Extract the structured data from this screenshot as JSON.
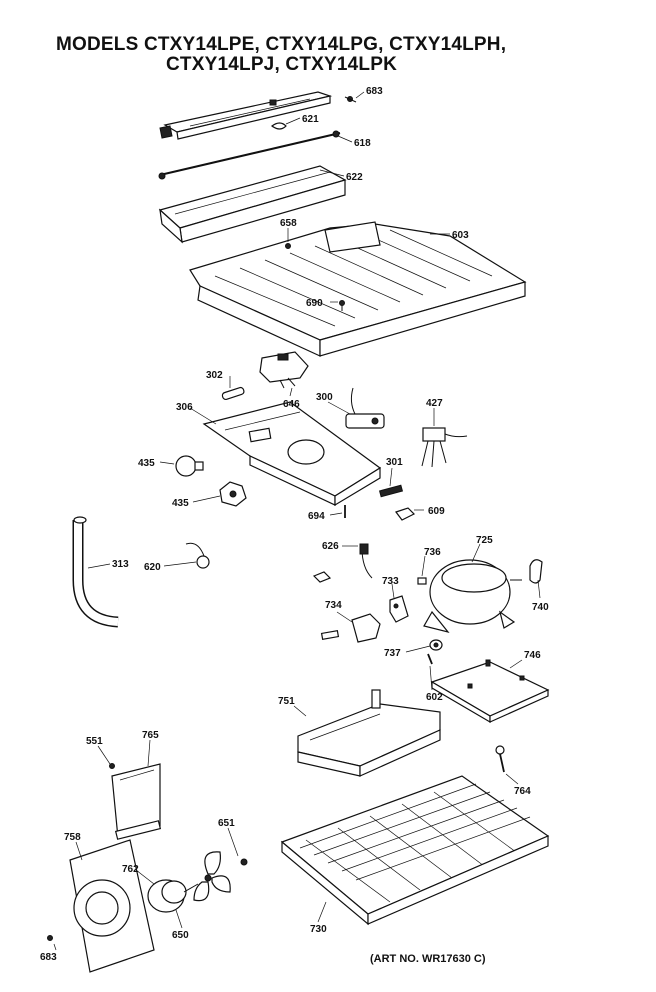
{
  "title_line1": "MODELS CTXY14LPE, CTXY14LPG, CTXY14LPH,",
  "title_line2": "CTXY14LPJ, CTXY14LPK",
  "art_number": "(ART NO. WR17630 C)",
  "callouts": {
    "p683a": "683",
    "p621": "621",
    "p618": "618",
    "p622": "622",
    "p658": "658",
    "p603": "603",
    "p690": "690",
    "p302": "302",
    "p646": "646",
    "p306": "306",
    "p300": "300",
    "p427": "427",
    "p435a": "435",
    "p435b": "435",
    "p301": "301",
    "p694": "694",
    "p609": "609",
    "p313": "313",
    "p620": "620",
    "p626": "626",
    "p736": "736",
    "p725": "725",
    "p733": "733",
    "p740": "740",
    "p734": "734",
    "p737": "737",
    "p746": "746",
    "p602": "602",
    "p751": "751",
    "p551": "551",
    "p765": "765",
    "p764": "764",
    "p758": "758",
    "p651": "651",
    "p762": "762",
    "p650": "650",
    "p730": "730",
    "p683b": "683"
  }
}
